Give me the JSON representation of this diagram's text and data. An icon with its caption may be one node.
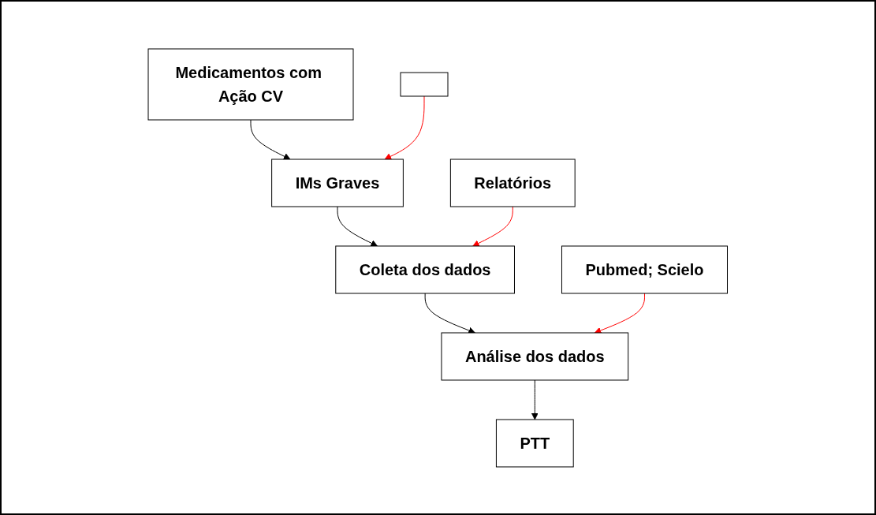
{
  "diagram": {
    "nodes": [
      {
        "text": [
          "Medicamentos com Ação CV"
        ]
      },
      {
        "text": [
          "IMs Graves"
        ]
      },
      {
        "text": [],
        "shape": "box"
      },
      {
        "text": [
          "Relatórios"
        ]
      },
      {
        "text": [
          "Coleta dos dados"
        ]
      },
      {
        "text": [
          "Pubmed; Scielo"
        ]
      },
      {
        "text": [
          "Análise dos dados"
        ]
      },
      {
        "text": [
          "PTT"
        ]
      }
    ],
    "edges": [
      {
        "from": 0,
        "to": 1,
        "arrow": "to"
      },
      {
        "from": 2,
        "to": 1,
        "arrow": "to",
        "color": "#ff0000"
      },
      {
        "from": 1,
        "to": 4,
        "arrow": "to"
      },
      {
        "from": 3,
        "to": 4,
        "arrow": "to",
        "color": "#ff0000"
      },
      {
        "from": 4,
        "to": 6,
        "arrow": "to"
      },
      {
        "from": 5,
        "to": 6,
        "arrow": "to",
        "color": "#ff0000"
      },
      {
        "from": 6,
        "to": 7,
        "arrow": "to"
      }
    ]
  }
}
